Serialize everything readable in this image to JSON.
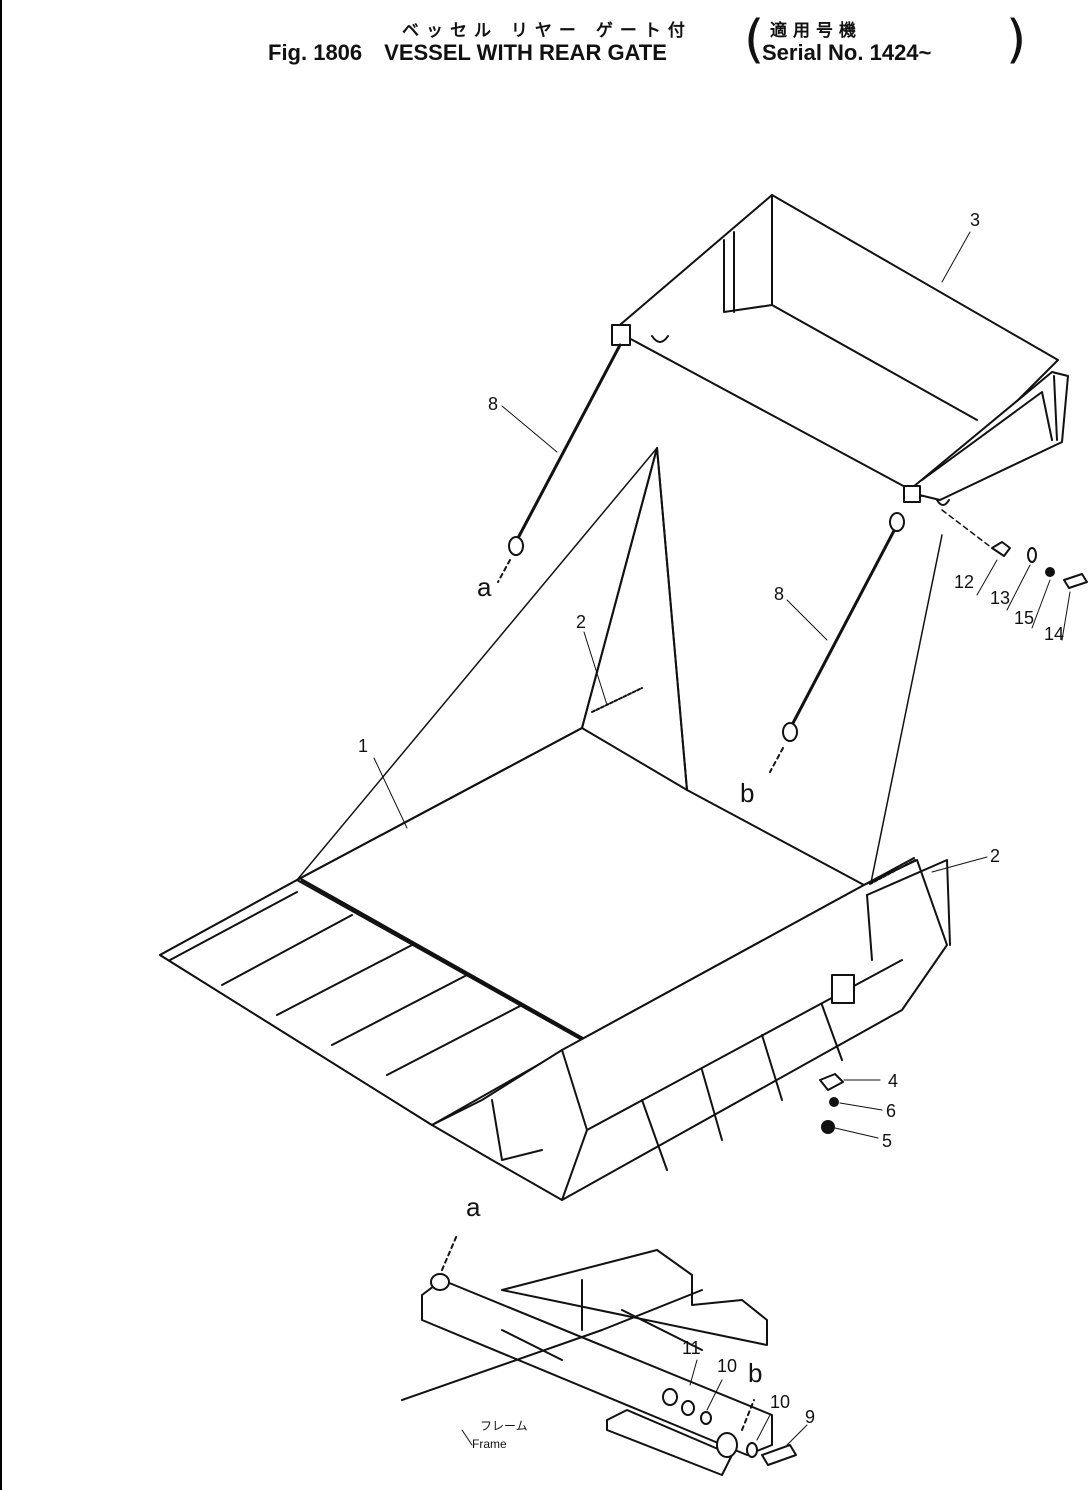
{
  "header": {
    "title_jp": "ベッセル リヤー ゲート付",
    "fig_label": "Fig. 1806",
    "title_en": "VESSEL WITH REAR GATE",
    "serial_jp": "適用号機",
    "serial_en": "Serial No. 1424~"
  },
  "callouts": {
    "c1": "1",
    "c2a": "2",
    "c2b": "2",
    "c3": "3",
    "c4": "4",
    "c5": "5",
    "c6": "6",
    "c8a": "8",
    "c8b": "8",
    "c9": "9",
    "c10a": "10",
    "c10b": "10",
    "c11": "11",
    "c12": "12",
    "c13": "13",
    "c14": "14",
    "c15": "15",
    "ref_a_top": "a",
    "ref_b_top": "b",
    "ref_a_bottom": "a",
    "ref_b_bottom": "b"
  },
  "frame_label": {
    "jp": "フレーム",
    "en": "Frame"
  },
  "colors": {
    "ink": "#111111",
    "paper": "#ffffff"
  }
}
